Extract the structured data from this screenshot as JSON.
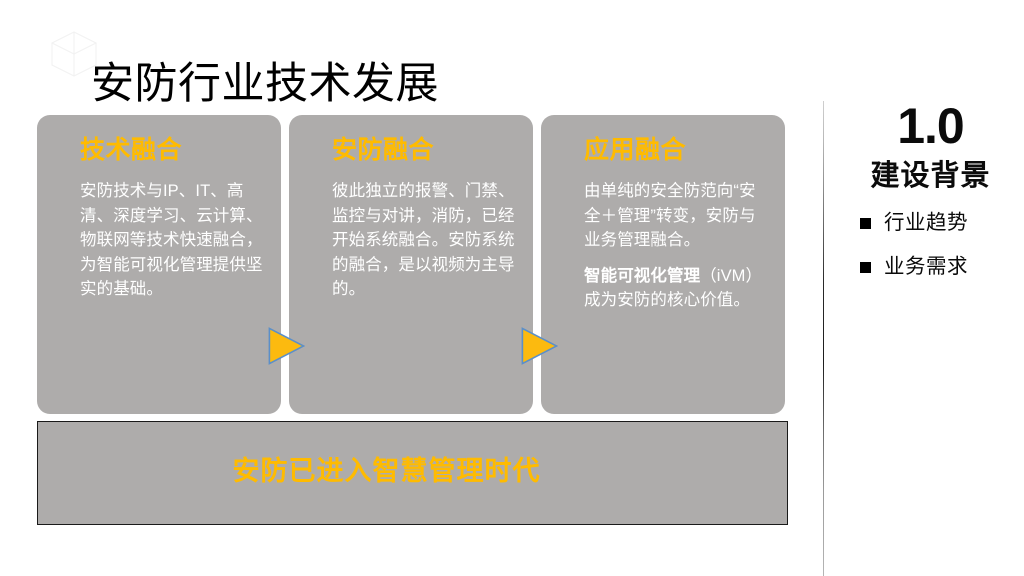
{
  "slide": {
    "background_color": "#ffffff",
    "title": "安防行业技术发展",
    "watermark_icon": "cube-outline-watermark"
  },
  "theme": {
    "card_background": "#aeacab",
    "accent_amber": "#ffbb00",
    "arrow_fill": "#fcba0f",
    "arrow_stroke": "#5b8fc9",
    "body_text": "#ffffff",
    "heading_text": "#000000",
    "banner_border": "#1a1a1a"
  },
  "cards": [
    {
      "title": "技术融合",
      "paragraphs": [
        "安防技术与IP、IT、高清、深度学习、云计算、物联网等技术快速融合，为智能可视化管理提供坚实的基础。"
      ]
    },
    {
      "title": "安防融合",
      "paragraphs": [
        "彼此独立的报警、门禁、监控与对讲，消防，已经开始系统融合。安防系统的融合，是以视频为主导的。"
      ]
    },
    {
      "title": "应用融合",
      "paragraphs": [
        "由单纯的安全防范向“安全＋管理”转变，安防与业务管理融合。"
      ],
      "emphasis_paragraph": {
        "bold_part": "智能可视化管理",
        "rest_part": "（iVM）成为安防的核心价值。"
      }
    }
  ],
  "arrows": [
    {
      "name": "arrow-card1-to-card2",
      "direction": "right"
    },
    {
      "name": "arrow-card2-to-card3",
      "direction": "right"
    }
  ],
  "banner": {
    "text": "安防已进入智慧管理时代"
  },
  "sidebar": {
    "number": "1.0",
    "subtitle": "建设背景",
    "items": [
      {
        "label": "行业趋势",
        "bullet": "square-bullet"
      },
      {
        "label": "业务需求",
        "bullet": "square-bullet"
      }
    ]
  }
}
